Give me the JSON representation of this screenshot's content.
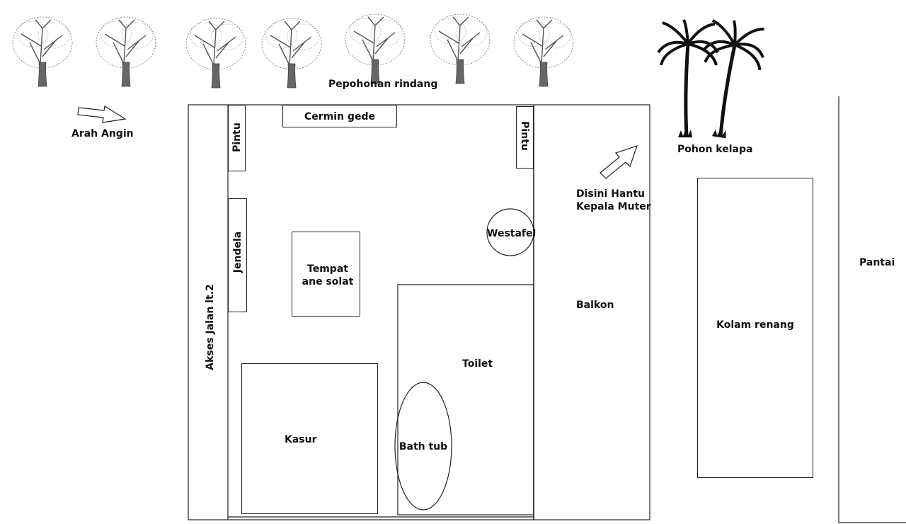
{
  "labels": {
    "trees": "Pepohonan rindang",
    "wind": "Arah Angin",
    "mirror": "Cermin gede",
    "door_left": "Pintu",
    "door_right": "Pintu",
    "window": "Jendela",
    "access": "Akses Jalan lt.2",
    "prayer_line1": "Tempat",
    "prayer_line2": "ane solat",
    "sink": "Westafel",
    "ghost_line1": "Disini Hantu",
    "ghost_line2": "Kepala Muter",
    "coconut": "Pohon kelapa",
    "balcony": "Balkon",
    "toilet": "Toilet",
    "bathtub": "Bath tub",
    "bed": "Kasur",
    "pool": "Kolam renang",
    "beach": "Pantai"
  },
  "colors": {
    "stroke": "#222222",
    "tree": "#555555",
    "palm": "#111111"
  },
  "icons": {
    "tree": "deciduous-tree-icon",
    "palm": "palm-tree-icon",
    "arrow": "arrow-outline-icon"
  }
}
